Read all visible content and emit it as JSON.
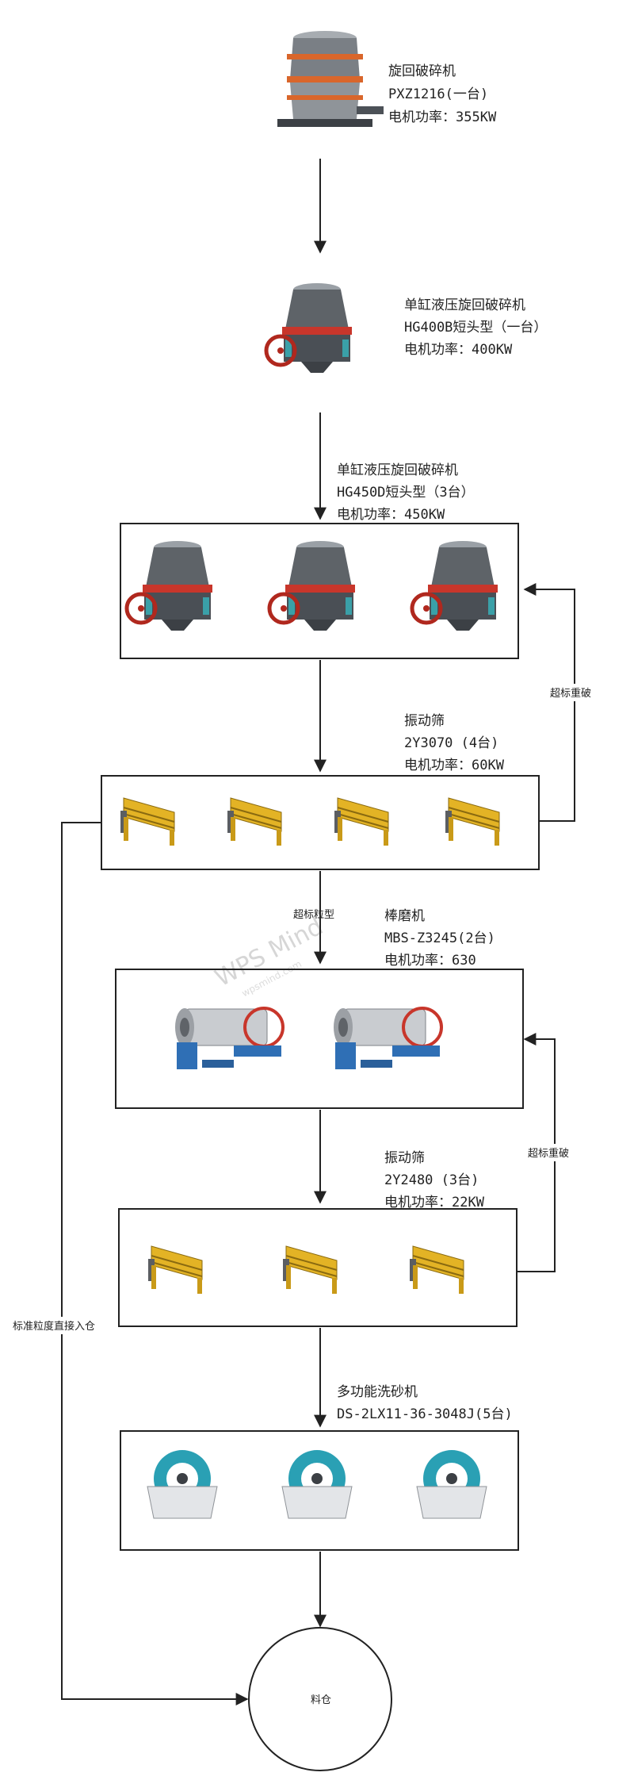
{
  "stages": {
    "gyratory": {
      "name": "旋回破碎机",
      "model": "PXZ1216(一台)",
      "power": "电机功率：355KW"
    },
    "hg400": {
      "name": "单缸液压旋回破碎机",
      "model": "HG400B短头型（一台）",
      "power": "电机功率：400KW"
    },
    "hg450": {
      "name": "单缸液压旋回破碎机",
      "model": "HG450D短头型（3台）",
      "power": "电机功率：450KW"
    },
    "screen1": {
      "name": "振动筛",
      "model": "2Y3070  (4台)",
      "power": "电机功率：60KW"
    },
    "rodmill": {
      "name": "棒磨机",
      "model": "MBS-Z3245(2台)",
      "power": "电机功率：630"
    },
    "screen2": {
      "name": "振动筛",
      "model": "2Y2480  (3台)",
      "power": "电机功率：22KW"
    },
    "washer": {
      "name": "多功能洗砂机",
      "model": "DS-2LX11-36-3048J(5台)"
    }
  },
  "flow_labels": {
    "oversize_1": "超标重破",
    "oversize_grain": "超标粒型",
    "oversize_2": "超标重破",
    "direct_to_silo": "标准粒度直接入仓",
    "silo": "料仓"
  },
  "watermark": {
    "main": "WPS Mind",
    "sub": "wpsmind.com"
  },
  "colors": {
    "line": "#222222",
    "machine_gray": "#6f7378",
    "machine_red": "#c8362b",
    "screen_yellow": "#e3b325",
    "mill_blue": "#2f6fb5",
    "wash_teal": "#2aa0b4"
  }
}
